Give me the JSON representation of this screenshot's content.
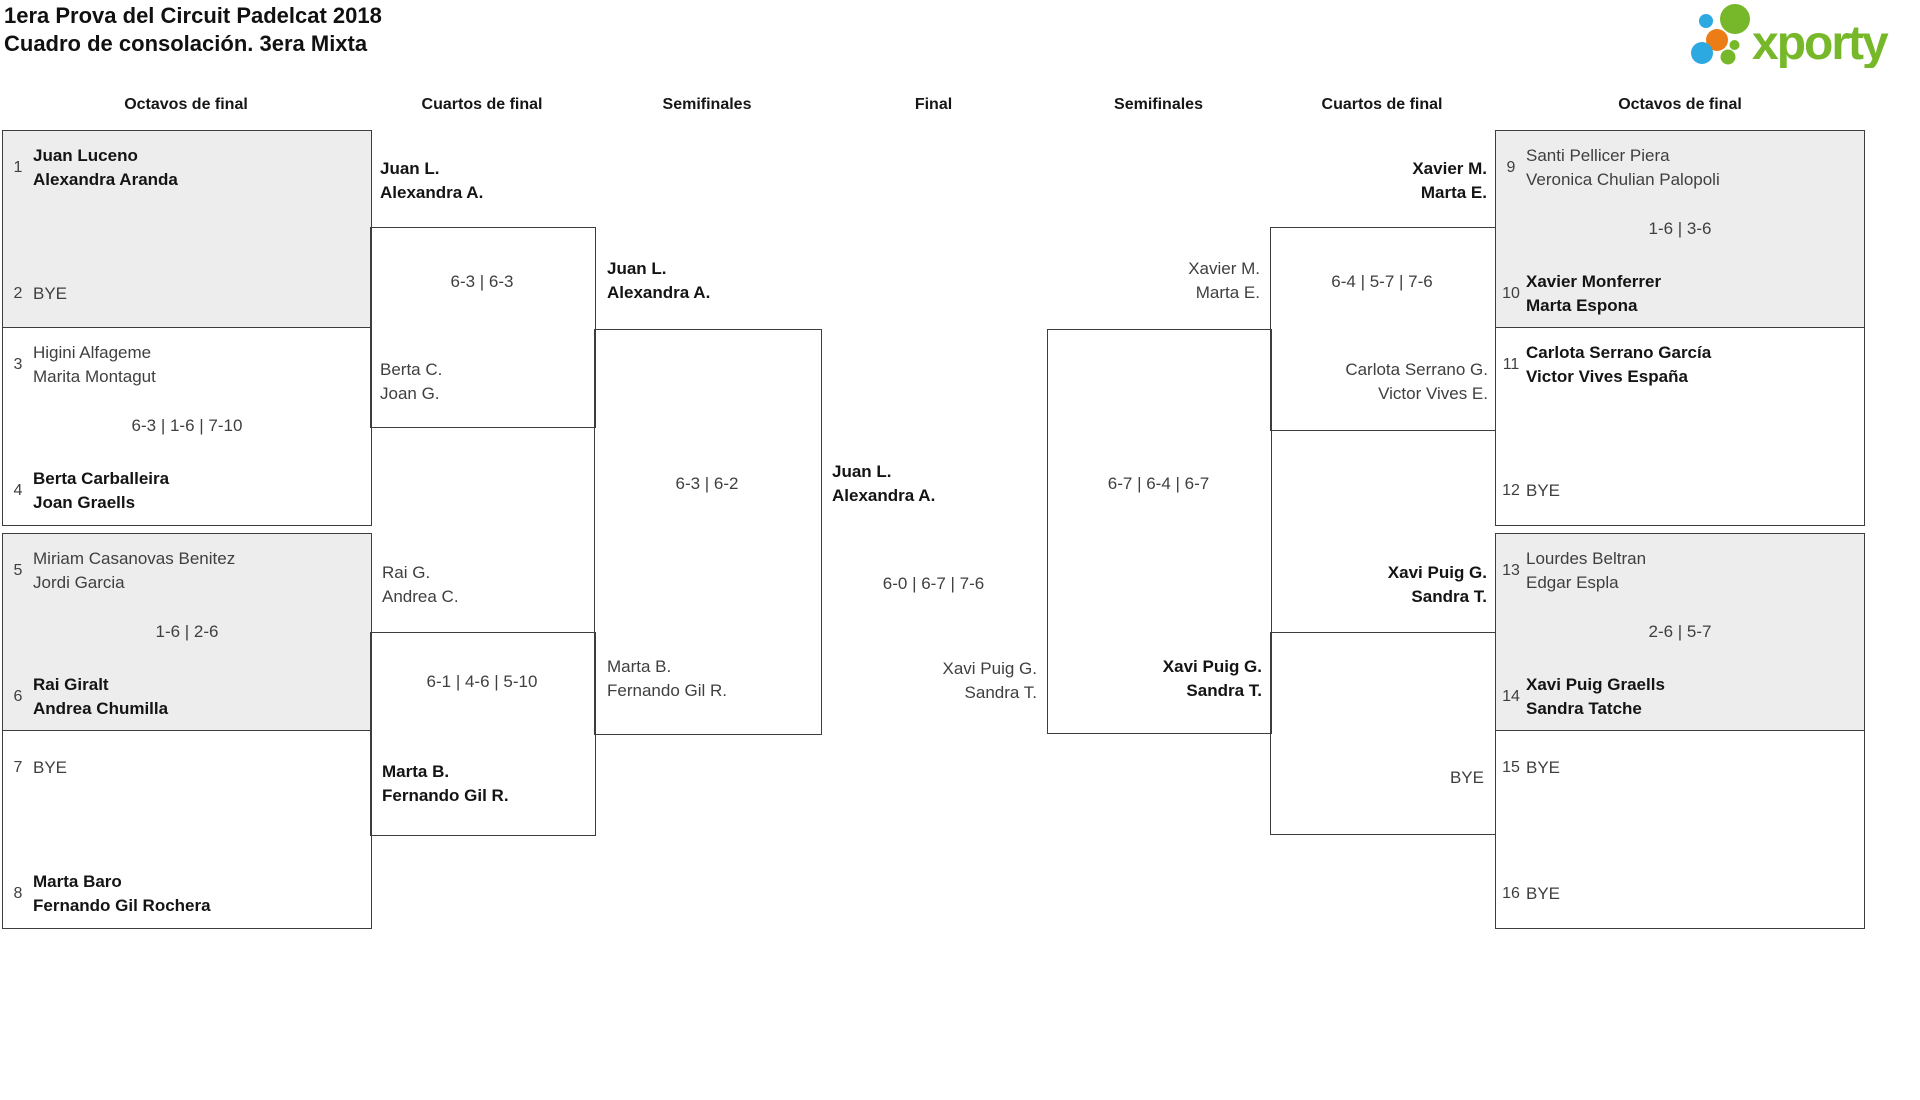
{
  "title": {
    "line1": "1era Prova del Circuit Padelcat 2018",
    "line2": "Cuadro de consolación. 3era Mixta"
  },
  "logo": {
    "text": "xporty"
  },
  "colors": {
    "green": "#76b82a",
    "blue": "#2ba9e0",
    "orange": "#ec7c15",
    "box_gray": "#ededed",
    "border": "#3d3d3d"
  },
  "round_headers": [
    "Octavos de final",
    "Cuartos de final",
    "Semifinales",
    "Final",
    "Semifinales",
    "Cuartos de final",
    "Octavos de final"
  ],
  "octavos_left": [
    {
      "seed_top": "1",
      "team_top": [
        "Juan Luceno",
        "Alexandra Aranda"
      ],
      "top_bold": true,
      "score": "",
      "seed_bottom": "2",
      "team_bottom": [
        "BYE"
      ],
      "bottom_bold": false
    },
    {
      "seed_top": "3",
      "team_top": [
        "Higini Alfageme",
        "Marita Montagut"
      ],
      "top_bold": false,
      "score": "6-3 | 1-6 | 7-10",
      "seed_bottom": "4",
      "team_bottom": [
        "Berta Carballeira",
        "Joan Graells"
      ],
      "bottom_bold": true
    },
    {
      "seed_top": "5",
      "team_top": [
        "Miriam Casanovas Benitez",
        "Jordi Garcia"
      ],
      "top_bold": false,
      "score": "1-6 | 2-6",
      "seed_bottom": "6",
      "team_bottom": [
        "Rai Giralt",
        "Andrea Chumilla"
      ],
      "bottom_bold": true
    },
    {
      "seed_top": "7",
      "team_top": [
        "BYE"
      ],
      "top_bold": false,
      "score": "",
      "seed_bottom": "8",
      "team_bottom": [
        "Marta Baro",
        "Fernando Gil Rochera"
      ],
      "bottom_bold": true
    }
  ],
  "octavos_right": [
    {
      "seed_top": "9",
      "team_top": [
        "Santi Pellicer Piera",
        "Veronica Chulian Palopoli"
      ],
      "top_bold": false,
      "score": "1-6 | 3-6",
      "seed_bottom": "10",
      "team_bottom": [
        "Xavier Monferrer",
        "Marta Espona"
      ],
      "bottom_bold": true
    },
    {
      "seed_top": "11",
      "team_top": [
        "Carlota Serrano García",
        "Victor Vives España"
      ],
      "top_bold": true,
      "score": "",
      "seed_bottom": "12",
      "team_bottom": [
        "BYE"
      ],
      "bottom_bold": false
    },
    {
      "seed_top": "13",
      "team_top": [
        "Lourdes Beltran",
        "Edgar Espla"
      ],
      "top_bold": false,
      "score": "2-6 | 5-7",
      "seed_bottom": "14",
      "team_bottom": [
        "Xavi Puig Graells",
        "Sandra Tatche"
      ],
      "bottom_bold": true
    },
    {
      "seed_top": "15",
      "team_top": [
        "BYE"
      ],
      "top_bold": false,
      "score": "",
      "seed_bottom": "16",
      "team_bottom": [
        "BYE"
      ],
      "bottom_bold": false
    }
  ],
  "cuartos_left": [
    {
      "team_top": [
        "Juan L.",
        "Alexandra A."
      ],
      "top_bold": true,
      "score": "6-3 | 6-3",
      "team_bottom": [
        "Berta C.",
        "Joan G."
      ],
      "bottom_bold": false
    },
    {
      "team_top": [
        "Rai G.",
        "Andrea C."
      ],
      "top_bold": false,
      "score": "6-1 | 4-6 | 5-10",
      "team_bottom": [
        "Marta B.",
        "Fernando Gil R."
      ],
      "bottom_bold": true
    }
  ],
  "cuartos_right": [
    {
      "team_top": [
        "Xavier M.",
        "Marta E."
      ],
      "top_bold": true,
      "score": "6-4 | 5-7 | 7-6",
      "team_bottom": [
        "Carlota Serrano G.",
        "Victor Vives E."
      ],
      "bottom_bold": false
    },
    {
      "team_top": [
        "Xavi Puig G.",
        "Sandra T."
      ],
      "top_bold": true,
      "score": "",
      "team_bottom": [
        "BYE"
      ],
      "bottom_bold": false
    }
  ],
  "semifinal_left": {
    "team_top": [
      "Juan L.",
      "Alexandra A."
    ],
    "top_bold": true,
    "score": "6-3 | 6-2",
    "team_bottom": [
      "Marta B.",
      "Fernando Gil R."
    ],
    "bottom_bold": false
  },
  "semifinal_right": {
    "team_top": [
      "Xavier M.",
      "Marta E."
    ],
    "top_bold": false,
    "score": "6-7 | 6-4 | 6-7",
    "team_bottom": [
      "Xavi Puig G.",
      "Sandra T."
    ],
    "bottom_bold": true
  },
  "final": {
    "team_top": [
      "Juan L.",
      "Alexandra A."
    ],
    "top_bold": true,
    "score": "6-0 | 6-7 | 7-6",
    "team_bottom": [
      "Xavi Puig G.",
      "Sandra T."
    ],
    "bottom_bold": false
  }
}
